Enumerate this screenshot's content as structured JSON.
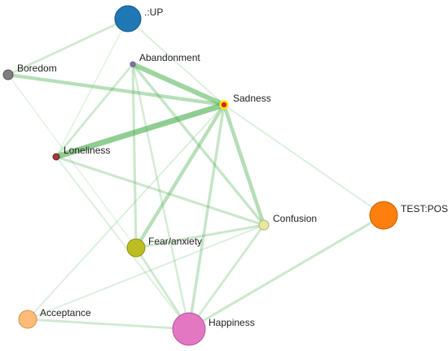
{
  "graph": {
    "nodes": [
      {
        "id": "up",
        "label": ".:UP",
        "color": "#1f77b4",
        "stroke": "#155a8a",
        "weight": 1.0
      },
      {
        "id": "boredom",
        "label": "Boredom",
        "color": "#7f7f7f",
        "stroke": "#555555",
        "weight": 0.15
      },
      {
        "id": "abandonment",
        "label": "Abandonment",
        "color": "#8b6fb0",
        "stroke": "#6a4f8f",
        "weight": 0.05
      },
      {
        "id": "sadness",
        "label": "Sadness",
        "color": "#d62728",
        "stroke": "#ffe600",
        "weight": 0.12
      },
      {
        "id": "loneliness",
        "label": "Loneliness",
        "color": "#9c3b3b",
        "stroke": "#6b2424",
        "weight": 0.1
      },
      {
        "id": "confusion",
        "label": "Confusion",
        "color": "#e6e8a0",
        "stroke": "#b3b56a",
        "weight": 0.2
      },
      {
        "id": "testpost",
        "label": "TEST:POST",
        "color": "#ff7f0e",
        "stroke": "#c45f05",
        "weight": 0.95
      },
      {
        "id": "fear",
        "label": "Fear/anxiety",
        "color": "#bcbd22",
        "stroke": "#8f901a",
        "weight": 0.5
      },
      {
        "id": "acceptance",
        "label": "Acceptance",
        "color": "#ffbb78",
        "stroke": "#d68f4c",
        "weight": 0.4
      },
      {
        "id": "happiness",
        "label": "Happiness",
        "color": "#e377c2",
        "stroke": "#b5539a",
        "weight": 1.2
      }
    ],
    "edges": [
      {
        "from": "up",
        "to": "boredom",
        "weight": 0.3
      },
      {
        "from": "up",
        "to": "sadness",
        "weight": 0.15
      },
      {
        "from": "boredom",
        "to": "sadness",
        "weight": 0.55
      },
      {
        "from": "boredom",
        "to": "fear",
        "weight": 0.08
      },
      {
        "from": "abandonment",
        "to": "sadness",
        "weight": 0.85
      },
      {
        "from": "abandonment",
        "to": "loneliness",
        "weight": 0.3
      },
      {
        "from": "abandonment",
        "to": "fear",
        "weight": 0.35
      },
      {
        "from": "abandonment",
        "to": "confusion",
        "weight": 0.4
      },
      {
        "from": "abandonment",
        "to": "happiness",
        "weight": 0.25
      },
      {
        "from": "sadness",
        "to": "loneliness",
        "weight": 1.0
      },
      {
        "from": "sadness",
        "to": "fear",
        "weight": 0.55
      },
      {
        "from": "sadness",
        "to": "confusion",
        "weight": 0.6
      },
      {
        "from": "sadness",
        "to": "happiness",
        "weight": 0.4
      },
      {
        "from": "sadness",
        "to": "testpost",
        "weight": 0.15
      },
      {
        "from": "sadness",
        "to": "acceptance",
        "weight": 0.15
      },
      {
        "from": "loneliness",
        "to": "confusion",
        "weight": 0.35
      },
      {
        "from": "loneliness",
        "to": "happiness",
        "weight": 0.15
      },
      {
        "from": "confusion",
        "to": "fear",
        "weight": 0.35
      },
      {
        "from": "confusion",
        "to": "happiness",
        "weight": 0.3
      },
      {
        "from": "confusion",
        "to": "acceptance",
        "weight": 0.15
      },
      {
        "from": "fear",
        "to": "happiness",
        "weight": 0.3
      },
      {
        "from": "testpost",
        "to": "happiness",
        "weight": 0.35
      },
      {
        "from": "acceptance",
        "to": "happiness",
        "weight": 0.3
      },
      {
        "from": "up",
        "to": "loneliness",
        "weight": 0.1
      }
    ],
    "edge_color": "#4caf50"
  }
}
